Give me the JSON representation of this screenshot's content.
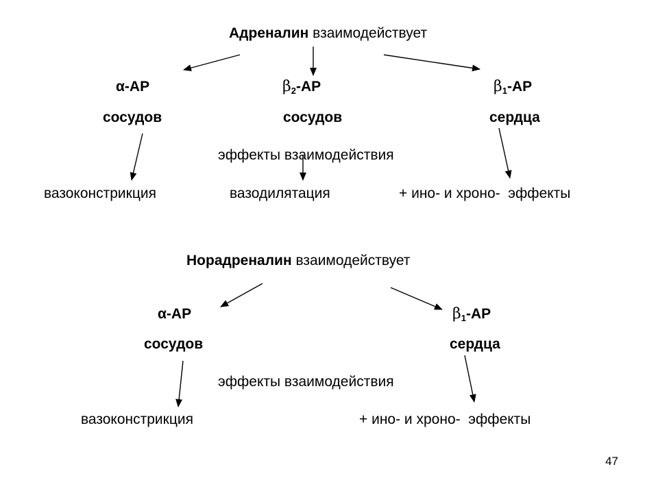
{
  "adrenaline": {
    "title_bold": "Адреналин",
    "title_rest": " взаимодействует",
    "receptors": [
      {
        "greek": "α",
        "subscript": "",
        "suffix": "-АР",
        "tissue": "сосудов"
      },
      {
        "greek": "β",
        "subscript": "2",
        "suffix": "-АР",
        "tissue": "сосудов"
      },
      {
        "greek": "β",
        "subscript": "1",
        "suffix": "-АР",
        "tissue": "сердца"
      }
    ],
    "effects_heading": "эффекты взаимодействия",
    "effects": [
      "вазоконстрикция",
      "вазодилятация",
      "+ ино- и хроно-  эффекты"
    ]
  },
  "noradrenaline": {
    "title_bold": "Норадреналин",
    "title_rest": " взаимодействует",
    "receptors": [
      {
        "greek": "α",
        "subscript": "",
        "suffix": "-АР",
        "tissue": "сосудов"
      },
      {
        "greek": "β",
        "subscript": "1",
        "suffix": "-АР",
        "tissue": "сердца"
      }
    ],
    "effects_heading": "эффекты взаимодействия",
    "effects": [
      "вазоконстрикция",
      "+ ино- и хроно-  эффекты"
    ]
  },
  "page_number": "47",
  "colors": {
    "text": "#000000",
    "background": "#ffffff",
    "arrow": "#000000"
  }
}
